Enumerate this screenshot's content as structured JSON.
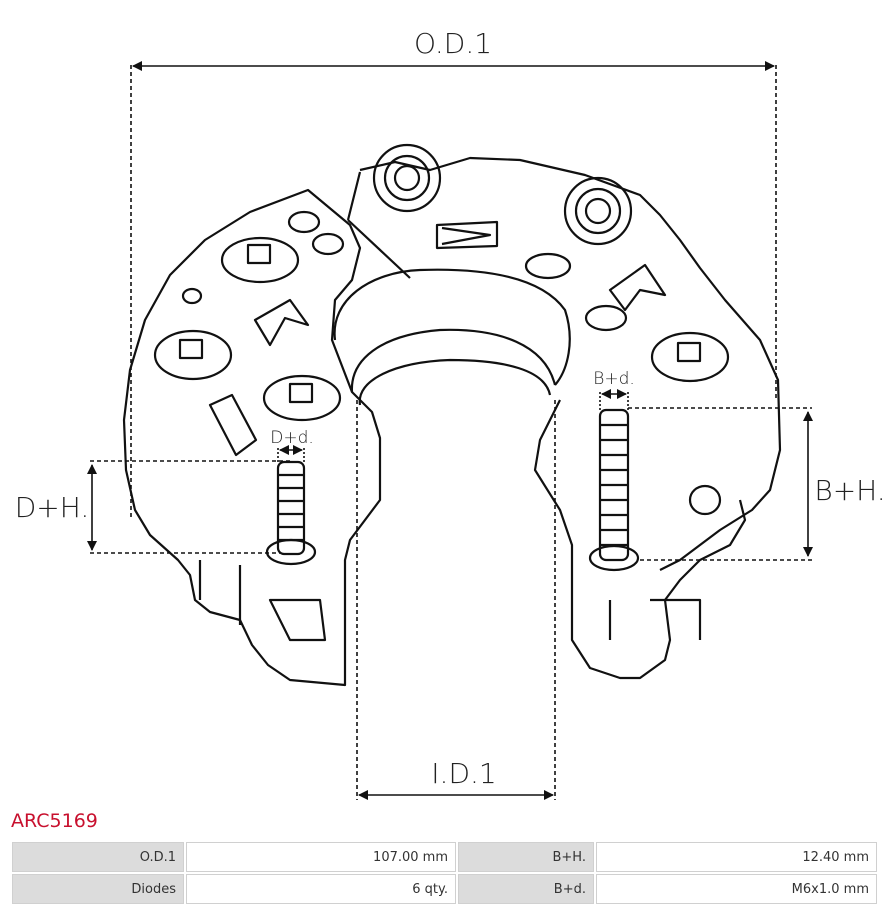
{
  "diagram": {
    "labels": {
      "od": "O.D.1",
      "id": "I.D.1",
      "dh": "D+H.",
      "dd": "D+d.",
      "bh": "B+H.",
      "bd": "B+d."
    }
  },
  "part": {
    "code": "ARC5169"
  },
  "specs": [
    {
      "label1": "O.D.1",
      "value1": "107.00 mm",
      "label2": "B+H.",
      "value2": "12.40 mm"
    },
    {
      "label1": "Diodes",
      "value1": "6 qty.",
      "label2": "B+d.",
      "value2": "M6x1.0 mm"
    }
  ],
  "colors": {
    "title": "#c8102e",
    "label_bg": "#dcdcdc",
    "line": "#111111"
  }
}
